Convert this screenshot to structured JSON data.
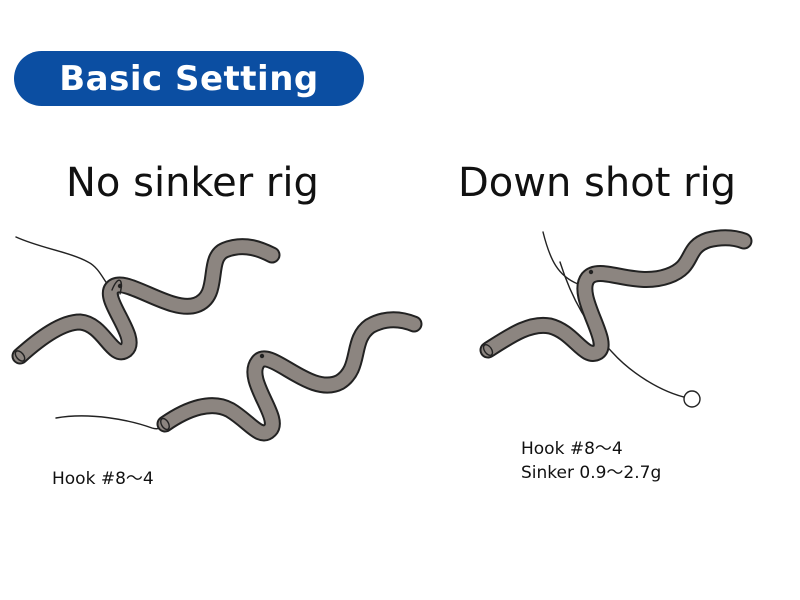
{
  "header": {
    "badge_label": "Basic Setting",
    "badge_color": "#0b4ea2"
  },
  "colors": {
    "worm_fill": "#8c8580",
    "worm_outline": "#222222",
    "line": "#222222"
  },
  "rigs": [
    {
      "title": "No sinker rig",
      "specs": [
        "Hook #8～4"
      ]
    },
    {
      "title": "Down shot rig",
      "specs": [
        "Hook #8～4",
        "Sinker 0.9～2.7g"
      ]
    }
  ]
}
